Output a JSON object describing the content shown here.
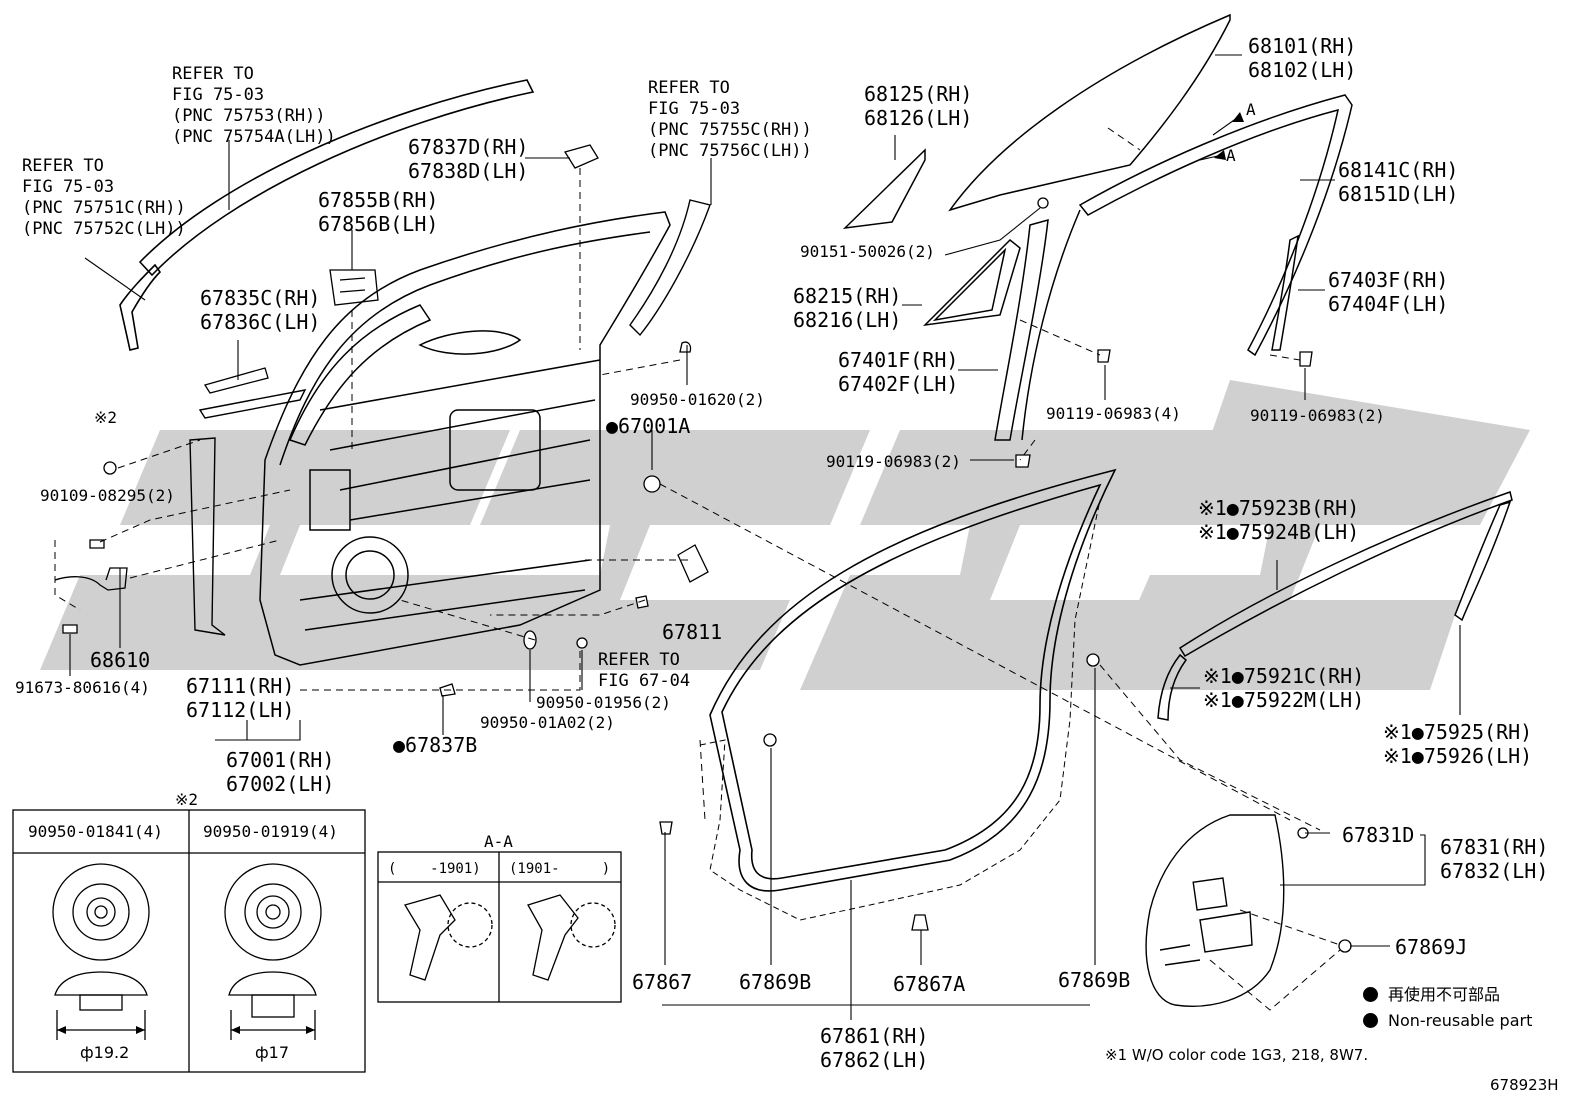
{
  "refs": {
    "r1": [
      "REFER TO",
      "FIG 75-03",
      "(PNC 75753(RH))",
      "(PNC 75754A(LH))"
    ],
    "r2": [
      "REFER TO",
      "FIG 75-03",
      "(PNC 75751C(RH))",
      "(PNC 75752C(LH))"
    ],
    "r3": [
      "REFER TO",
      "FIG 75-03",
      "(PNC 75755C(RH))",
      "(PNC 75756C(LH))"
    ],
    "r4": [
      "REFER TO",
      "FIG 67-04"
    ]
  },
  "parts": {
    "p67837D": [
      "67837D(RH)",
      "67838D(LH)"
    ],
    "p67855B": [
      "67855B(RH)",
      "67856B(LH)"
    ],
    "p67835C": [
      "67835C(RH)",
      "67836C(LH)"
    ],
    "pNote2": "※2",
    "p90109": "90109-08295(2)",
    "p68610": "68610",
    "p91673": "91673-80616(4)",
    "p67111": [
      "67111(RH)",
      "67112(LH)"
    ],
    "p67001": [
      "67001(RH)",
      "67002(LH)"
    ],
    "p67837B": "●67837B",
    "p90950A02": "90950-01A02(2)",
    "p90950_1956": "90950-01956(2)",
    "p67811": "67811",
    "p90950_1620": "90950-01620(2)",
    "p67001A": "●67001A",
    "p68101": [
      "68101(RH)",
      "68102(LH)"
    ],
    "p68125": [
      "68125(RH)",
      "68126(LH)"
    ],
    "p90151": "90151-50026(2)",
    "p68141C": [
      "68141C(RH)",
      "68151D(LH)"
    ],
    "p68215": [
      "68215(RH)",
      "68216(LH)"
    ],
    "p67401F": [
      "67401F(RH)",
      "67402F(LH)"
    ],
    "p90119_4": "90119-06983(4)",
    "p90119_2a": "90119-06983(2)",
    "p67403F": [
      "67403F(RH)",
      "67404F(LH)"
    ],
    "p90119_2b": "90119-06983(2)",
    "p75923B": [
      "※1●75923B(RH)",
      "※1●75924B(LH)"
    ],
    "p75921C": [
      "※1●75921C(RH)",
      "※1●75922M(LH)"
    ],
    "p75925": [
      "※1●75925(RH)",
      "※1●75926(LH)"
    ],
    "p67831D": "67831D",
    "p67831": [
      "67831(RH)",
      "67832(LH)"
    ],
    "p67869J": "67869J",
    "p67867": "67867",
    "p67869B1": "67869B",
    "p67867A": "67867A",
    "p67869B2": "67869B",
    "p67861": [
      "67861(RH)",
      "67862(LH)"
    ],
    "arrowA": "A"
  },
  "clipTable": {
    "note": "※2",
    "col1": "90950-01841(4)",
    "col2": "90950-01919(4)",
    "dim1": "ф19.2",
    "dim2": "ф17"
  },
  "sectionAA": {
    "title": "A-A",
    "col1": "(    -1901)",
    "col2": "(1901-     )"
  },
  "legend": {
    "line1": "再使用不可部品",
    "line2": "Non-reusable part"
  },
  "footnote": "※1 W/O color code 1G3, 218, 8W7.",
  "figId": "678923H"
}
